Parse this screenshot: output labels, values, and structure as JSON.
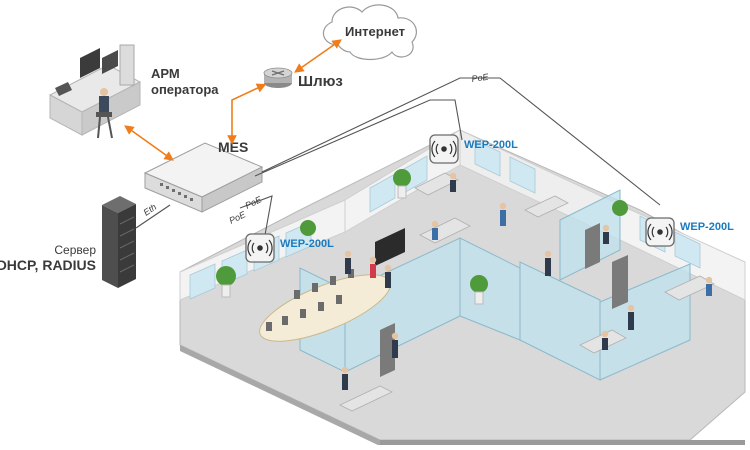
{
  "labels": {
    "internet": "Интернет",
    "gateway": "Шлюз",
    "arm_line1": "АРМ",
    "arm_line2": "оператора",
    "mes": "MES",
    "server_caption": "Сервер",
    "server_name": "DHCP, RADIUS",
    "eth": "Eth",
    "poe1": "PoE",
    "poe2": "PoE",
    "poe3": "PoE",
    "ap_left": "WEP-200L",
    "ap_center": "WEP-200L",
    "ap_right": "WEP-200L"
  },
  "colors": {
    "link_arrow": "#f07d1a",
    "cable": "#555555",
    "ap_label": "#1a7bbf",
    "glass": "#bfe1ee",
    "floor": "#dcdcdc"
  }
}
